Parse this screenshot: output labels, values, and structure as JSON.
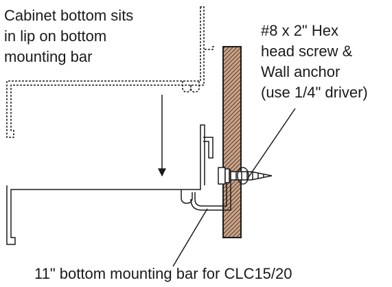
{
  "annotations": {
    "cabinet_note": {
      "lines": [
        "Cabinet bottom sits",
        "in lip on bottom",
        "mounting bar"
      ]
    },
    "screw_note": {
      "lines": [
        "#8 x 2\" Hex",
        "head screw &",
        "Wall anchor",
        "(use 1/4\" driver)"
      ]
    },
    "bar_note": {
      "text": "11\" bottom mounting bar for CLC15/20"
    }
  },
  "colors": {
    "line": "#1a1a1a",
    "wall_fill": "#c8a48a",
    "wall_hatch": "#5a3a2a",
    "background": "#ffffff"
  }
}
